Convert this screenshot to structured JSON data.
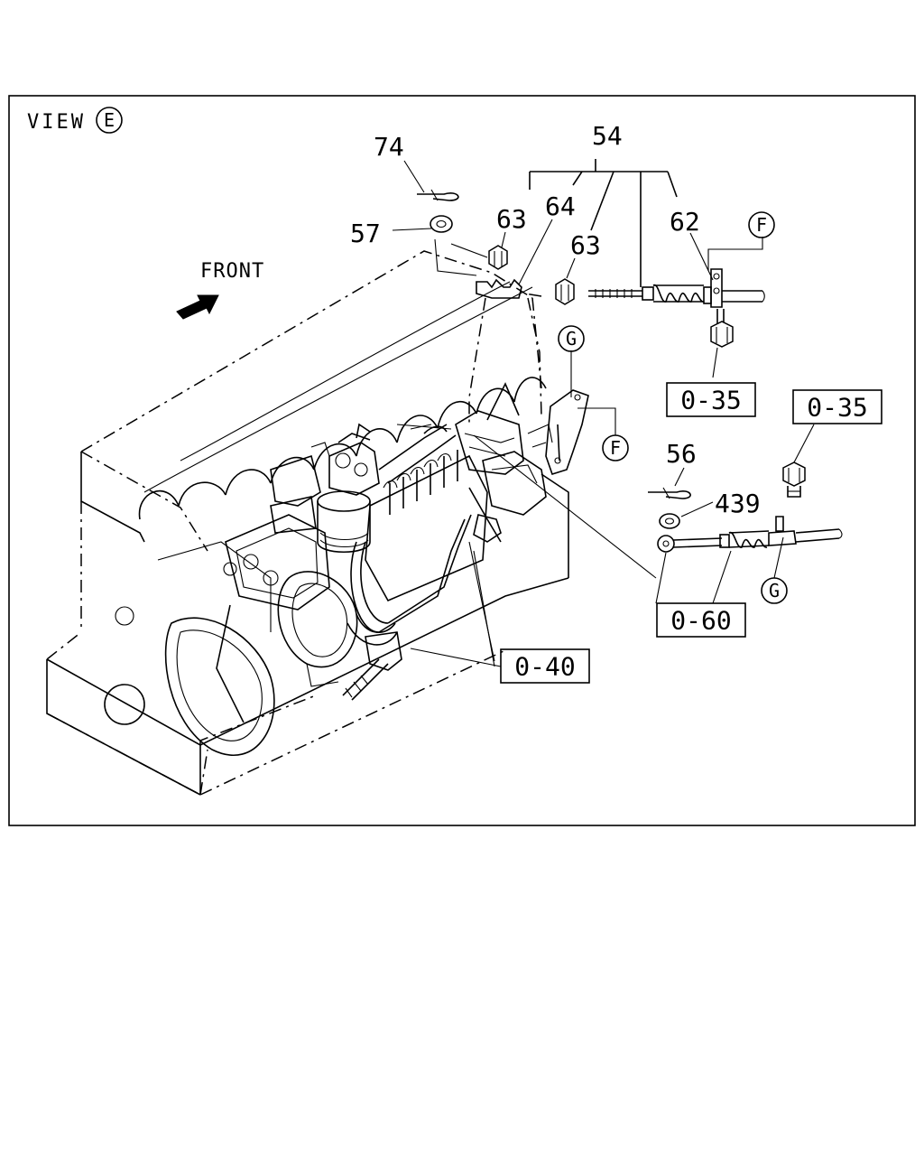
{
  "view": {
    "prefix": "VIEW",
    "letter": "E"
  },
  "front_label": "FRONT",
  "part_labels": {
    "p74": "74",
    "p54": "54",
    "p57": "57",
    "p63a": "63",
    "p64": "64",
    "p63b": "63",
    "p62": "62",
    "p56": "56",
    "p439": "439"
  },
  "circle_refs": {
    "f_top": "F",
    "g_mid": "G",
    "f_mid": "F",
    "g_low": "G"
  },
  "ref_boxes": {
    "b035a": "0-35",
    "b035b": "0-35",
    "b060": "0-60",
    "b040": "0-40"
  }
}
